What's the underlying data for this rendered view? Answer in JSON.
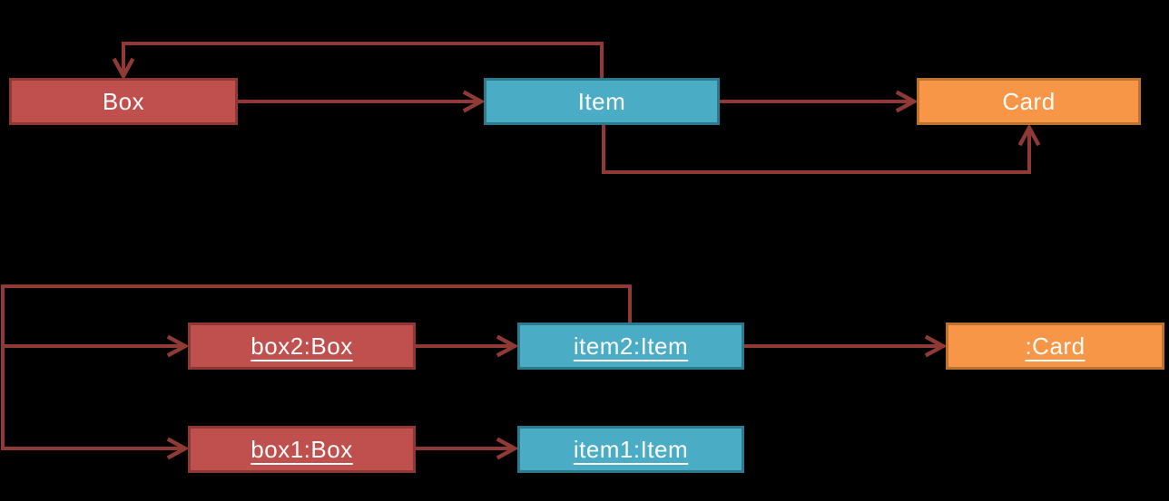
{
  "diagram_type": "uml-class-and-object-diagram",
  "colors": {
    "bg": "#000000",
    "line": "#903a36",
    "text": "#fdfdfd",
    "box_fill": "#c0504d",
    "box_border": "#8e3835",
    "item_fill": "#4bacc6",
    "item_border": "#2e7a8c",
    "card_fill": "#f79646",
    "card_border": "#bc7331"
  },
  "class_nodes": {
    "box": {
      "label": "Box"
    },
    "item": {
      "label": "Item"
    },
    "card": {
      "label": "Card"
    }
  },
  "object_nodes": {
    "box2": {
      "label": "box2:Box"
    },
    "item2": {
      "label": "item2:Item"
    },
    "card": {
      "label": ":Card"
    },
    "box1": {
      "label": "box1:Box"
    },
    "item1": {
      "label": "item1:Item"
    }
  },
  "edges": [
    {
      "from": "Box",
      "to": "Item",
      "route": "straight-right"
    },
    {
      "from": "Item",
      "to": "Card",
      "route": "straight-right"
    },
    {
      "from": "Item",
      "to": "Box",
      "route": "loop-over-top"
    },
    {
      "from": "Item",
      "to": "Card",
      "route": "loop-under-bottom"
    },
    {
      "from": "item2",
      "to": "box2",
      "route": "up-left-down-branch"
    },
    {
      "from": "item2",
      "to": "box1",
      "route": "up-left-down-branch"
    },
    {
      "from": "box2",
      "to": "item2",
      "route": "straight-right"
    },
    {
      "from": "box1",
      "to": "item1",
      "route": "straight-right"
    },
    {
      "from": "item2",
      "to": ":Card",
      "route": "straight-right"
    }
  ]
}
